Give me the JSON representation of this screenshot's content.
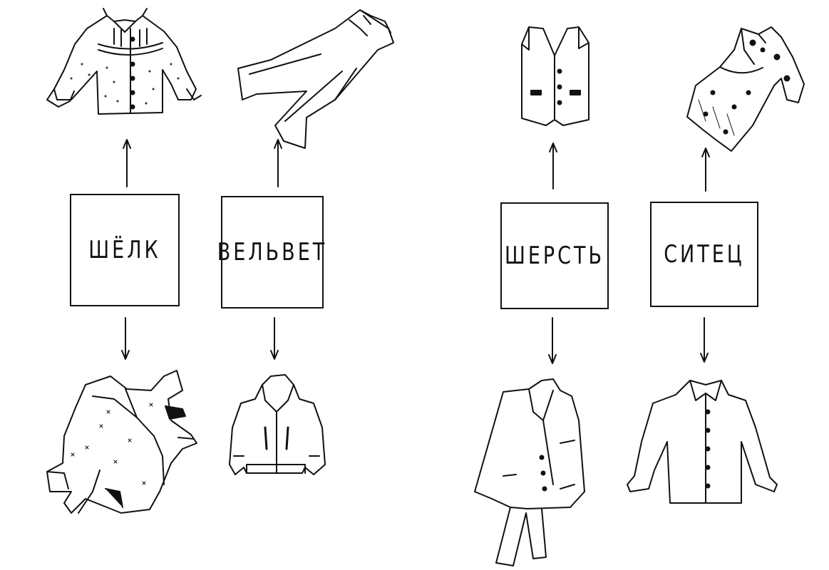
{
  "diagram": {
    "materials": [
      {
        "label": "ШЁЛК",
        "up_item": "blouse-icon",
        "down_item": "robe-icon"
      },
      {
        "label": "ВЕЛЬВЕТ",
        "up_item": "trousers-icon",
        "down_item": "jacket-icon"
      },
      {
        "label": "ШЕРСТЬ",
        "up_item": "vest-icon",
        "down_item": "suit-icon"
      },
      {
        "label": "СИТЕЦ",
        "up_item": "dress-icon",
        "down_item": "shirt-icon"
      }
    ],
    "colors": {
      "ink": "#111111",
      "background": "#ffffff"
    }
  }
}
